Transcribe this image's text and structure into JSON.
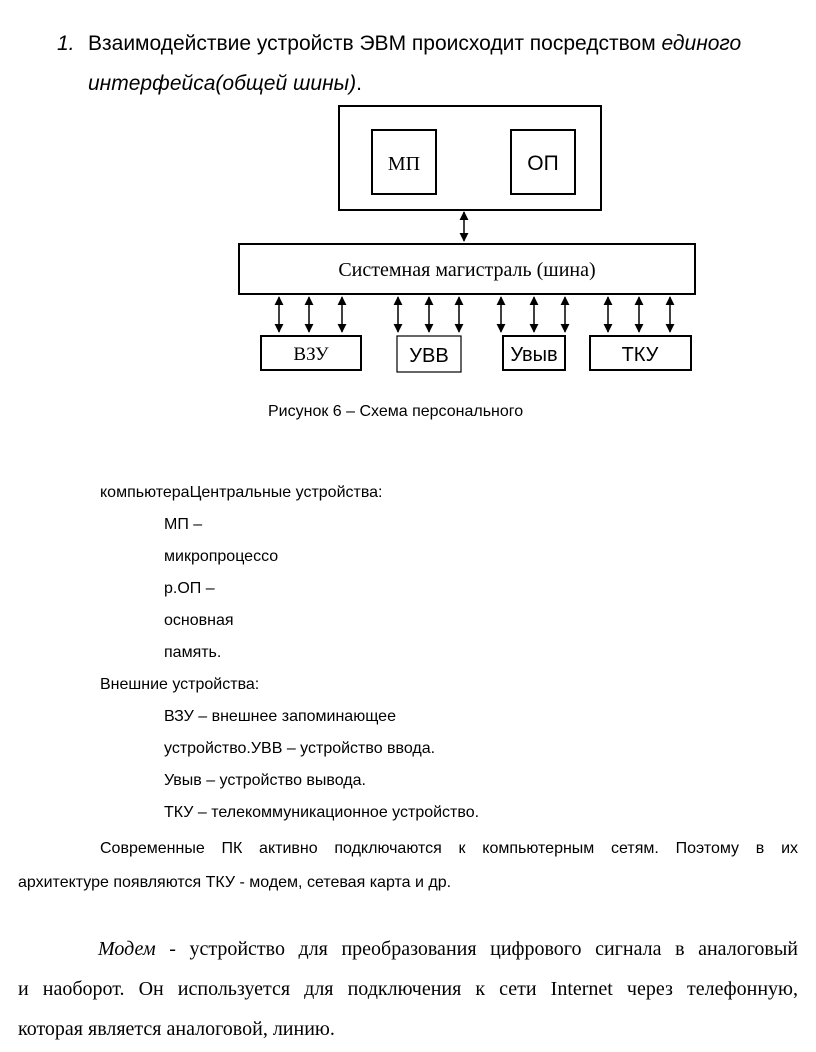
{
  "item1": {
    "number": "1.",
    "line1_text": "Взаимодействие устройств ЭВМ происходит посредством ",
    "line1_italic": "единого",
    "line2_italic": "интерфейса(общей шины)",
    "line2_end": "."
  },
  "diagram": {
    "top_box": {
      "mp_label": "МП",
      "op_label": "ОП"
    },
    "bus_label": "Системная магистраль (шина)",
    "devices": [
      "ВЗУ",
      "УВВ",
      "Увыв",
      "ТКУ"
    ]
  },
  "caption": "Рисунок 6 – Схема персонального",
  "lines": {
    "l1": "компьютераЦентральные устройства:",
    "l2": "МП –",
    "l3": "микропроцессо",
    "l4": "р.ОП –",
    "l5": "основная",
    "l6": "память.",
    "l7": "Внешние устройства:",
    "l8": "ВЗУ – внешнее запоминающее",
    "l9": "устройство.УВВ – устройство ввода.",
    "l10": "Увыв – устройство вывода.",
    "l11": "ТКУ – телекоммуникационное устройство."
  },
  "para1": {
    "line1": "Современные ПК активно подключаются к компьютерным сетям. Поэтому в их",
    "line2": "архитектуре появляются ТКУ - модем, сетевая карта и др."
  },
  "para2": {
    "term": "Модем",
    "line1_rest": " - устройство для преобразования цифрового сигнала в аналоговый",
    "line2": "и наоборот. Он используется для подключения к сети Internet через телефонную,",
    "line3": "которая является аналоговой, линию."
  }
}
